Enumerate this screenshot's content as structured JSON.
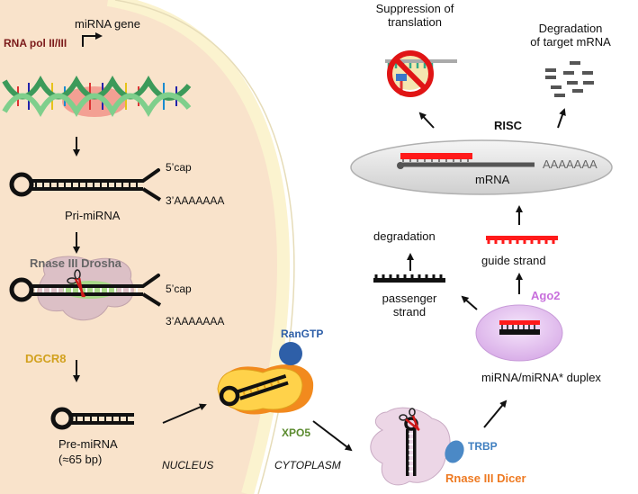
{
  "labels": {
    "rna_pol": "RNA pol II/III",
    "mirna_gene": "miRNA gene",
    "pri_5cap": "5’cap",
    "pri_3poly": "3’AAAAAAA",
    "pri_mirna": "Pri-miRNA",
    "drosha": "Rnase III Drosha",
    "dro_5cap": "5’cap",
    "dro_3poly": "3’AAAAAAA",
    "dgcr8": "DGCR8",
    "pre_mirna_line1": "Pre-miRNA",
    "pre_mirna_line2": "(≈65 bp)",
    "nucleus": "NUCLEUS",
    "cytoplasm": "CYTOPLASM",
    "rangtp": "RanGTP",
    "xpo5": "XPO5",
    "trbp": "TRBP",
    "dicer": "Rnase III Dicer",
    "duplex": "miRNA/miRNA* duplex",
    "ago2": "Ago2",
    "passenger_line1": "passenger",
    "passenger_line2": "strand",
    "degradation": "degradation",
    "guide_strand": "guide strand",
    "risc": "RISC",
    "mrna": "mRNA",
    "polyA": "AAAAAAA",
    "suppression_line1": "Suppression of",
    "suppression_line2": "translation",
    "degradation_target_line1": "Degradation",
    "degradation_target_line2": "of target mRNA"
  },
  "colors": {
    "nucleus_fill": "#f9e3cb",
    "membrane": "#fbf3cf",
    "rna_pol": "#7b1a1a",
    "drosha": "#666666",
    "dgcr8": "#d2a11e",
    "rangtp": "#2e5fa8",
    "xpo5": "#5a8a2e",
    "trbp": "#3f7fc0",
    "dicer": "#ee7a22",
    "ago2": "#c86fdc",
    "guide": "#ff1a1a"
  },
  "icons": [
    "transcription-start-arrow",
    "dna-helix",
    "scissors",
    "no-symbol",
    "mrna-fragments"
  ]
}
